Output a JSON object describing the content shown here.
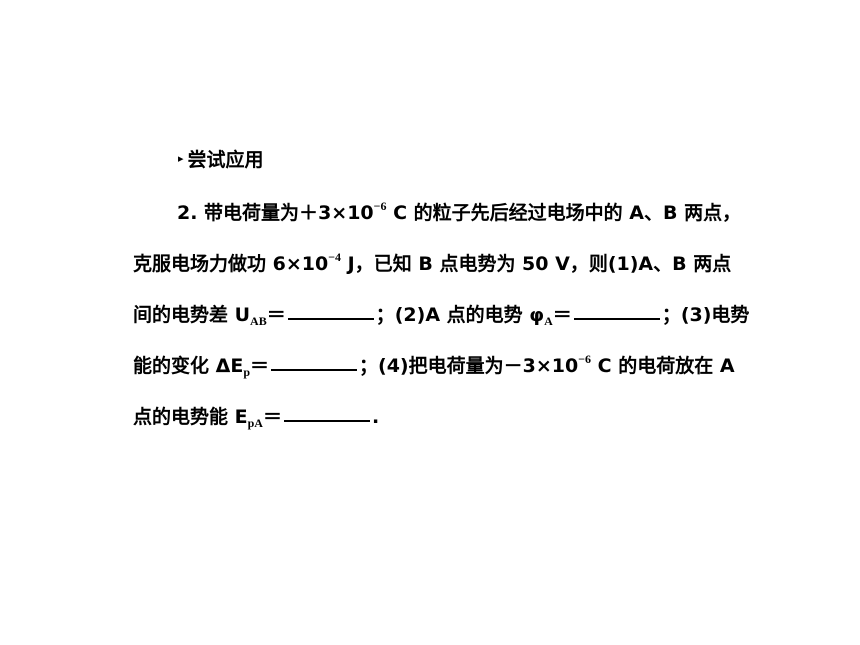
{
  "heading": {
    "marker": "▸",
    "text": "尝试应用"
  },
  "problem": {
    "line1": {
      "a": "2. 带电荷量为＋",
      "b": "3×10",
      "b_sup": "−6",
      "c": " C 的粒子先后经过电场中的 A、B 两点，"
    },
    "line2": {
      "a": "克服电场力做功 6×10",
      "a_sup": "−4",
      "b": " J，已知 B 点电势为 50 V，则(1)A、B 两点"
    },
    "line3": {
      "a": "间的电势差 U",
      "a_sub": "AB",
      "b": "＝",
      "c": "；(2)A 点的电势 φ",
      "c_sub": "A",
      "d": "＝",
      "e": "；(3)电势"
    },
    "line4": {
      "a": "能的变化 ΔE",
      "a_sub": "p",
      "b": "＝",
      "c": "；(4)把电荷量为－3×10",
      "c_sup": "−6",
      "d": " C 的电荷放在 A"
    },
    "line5": {
      "a": "点的电势能 E",
      "a_sub": "pA",
      "b": "＝",
      "c": "."
    }
  }
}
